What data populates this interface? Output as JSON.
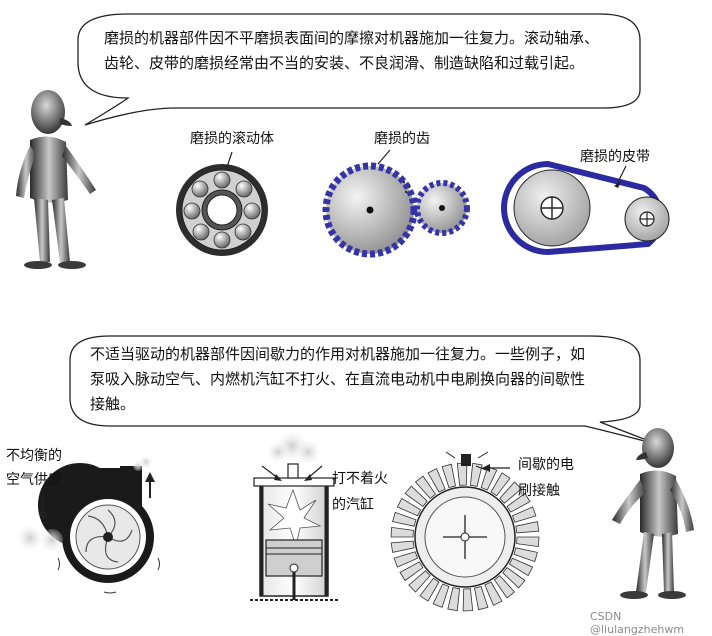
{
  "top_bubble": {
    "lines": [
      "磨损的机器部件因不平磨损表面间的摩擦对机器施加一往复力。滚动轴承、",
      "齿轮、皮带的磨损经常由不当的安装、不良润滑、制造缺陷和过载引起。"
    ]
  },
  "top_labels": {
    "bearing": "磨损的滚动体",
    "gear": "磨损的齿",
    "belt": "磨损的皮带"
  },
  "bottom_bubble": {
    "lines": [
      "不适当驱动的机器部件因间歇力的作用对机器施加一往复力。一些例子，如",
      "泵吸入脉动空气、内燃机汽缸不打火、在直流电动机中电刷换向器的间歇性",
      "接触。"
    ]
  },
  "bottom_labels": {
    "pump_line1": "不均衡的",
    "pump_line2": "空气供应",
    "cylinder_line1": "打不着火",
    "cylinder_line2": "的汽缸",
    "motor_line1": "间歇的电",
    "motor_line2": "刷接触"
  },
  "watermark": "CSDN @liulangzhehwm",
  "colors": {
    "belt_blue": "#2b2aa0",
    "gear_blue": "#3533a8"
  }
}
